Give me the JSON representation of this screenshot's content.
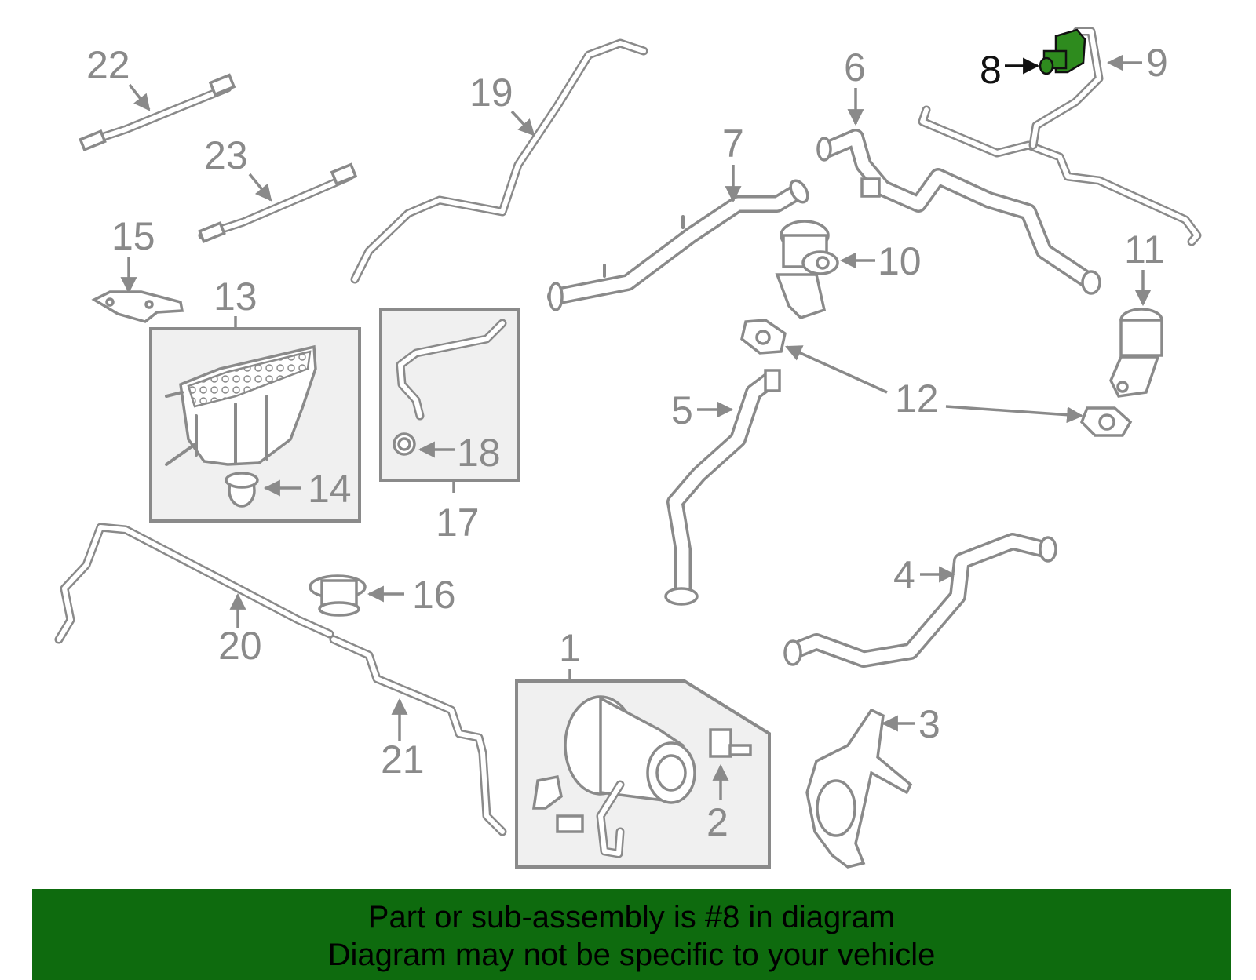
{
  "callouts": {
    "c1": "1",
    "c2": "2",
    "c3": "3",
    "c4": "4",
    "c5": "5",
    "c6": "6",
    "c7": "7",
    "c8": "8",
    "c9": "9",
    "c10": "10",
    "c11": "11",
    "c12": "12",
    "c13": "13",
    "c14": "14",
    "c15": "15",
    "c16": "16",
    "c17": "17",
    "c18": "18",
    "c19": "19",
    "c20": "20",
    "c21": "21",
    "c22": "22",
    "c23": "23"
  },
  "highlight": {
    "part": "8",
    "color": "#2e8b1e"
  },
  "banner": {
    "line1": "Part or sub-assembly is #8 in diagram",
    "line2": "Diagram may not be specific to your vehicle",
    "background": "#0e6b0e"
  }
}
